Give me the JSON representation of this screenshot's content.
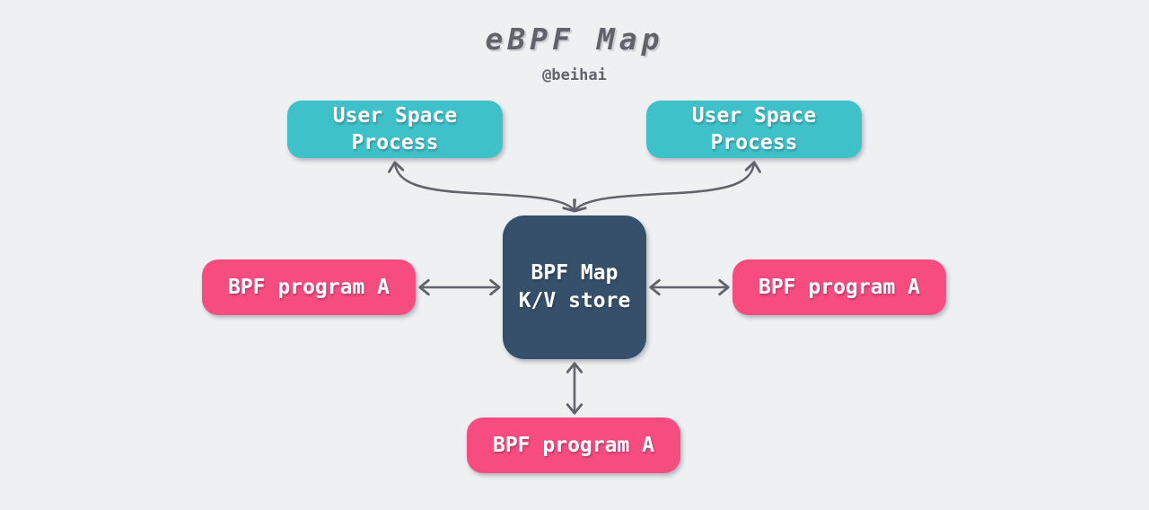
{
  "title": "eBPF Map",
  "subtitle": "@beihai",
  "colors": {
    "background": "#eef0f2",
    "teal": "#3fc1c9",
    "pink": "#f74c80",
    "dark_blue": "#36506b",
    "arrow": "#63636d",
    "title_text": "#62626c"
  },
  "nodes": {
    "user_space_left": {
      "line1": "User Space",
      "line2": "Process"
    },
    "user_space_right": {
      "line1": "User Space",
      "line2": "Process"
    },
    "bpf_map": {
      "line1": "BPF Map",
      "line2": "K/V store"
    },
    "bpf_program_left": {
      "label": "BPF program A"
    },
    "bpf_program_right": {
      "label": "BPF program A"
    },
    "bpf_program_bottom": {
      "label": "BPF program A"
    }
  },
  "edges": [
    {
      "from": "bpf_map",
      "to": "user_space_left",
      "style": "curved",
      "bidirectional": true
    },
    {
      "from": "bpf_map",
      "to": "user_space_right",
      "style": "curved",
      "bidirectional": true
    },
    {
      "from": "bpf_program_left",
      "to": "bpf_map",
      "style": "straight",
      "bidirectional": true
    },
    {
      "from": "bpf_program_right",
      "to": "bpf_map",
      "style": "straight",
      "bidirectional": true
    },
    {
      "from": "bpf_program_bottom",
      "to": "bpf_map",
      "style": "straight",
      "bidirectional": true
    }
  ]
}
